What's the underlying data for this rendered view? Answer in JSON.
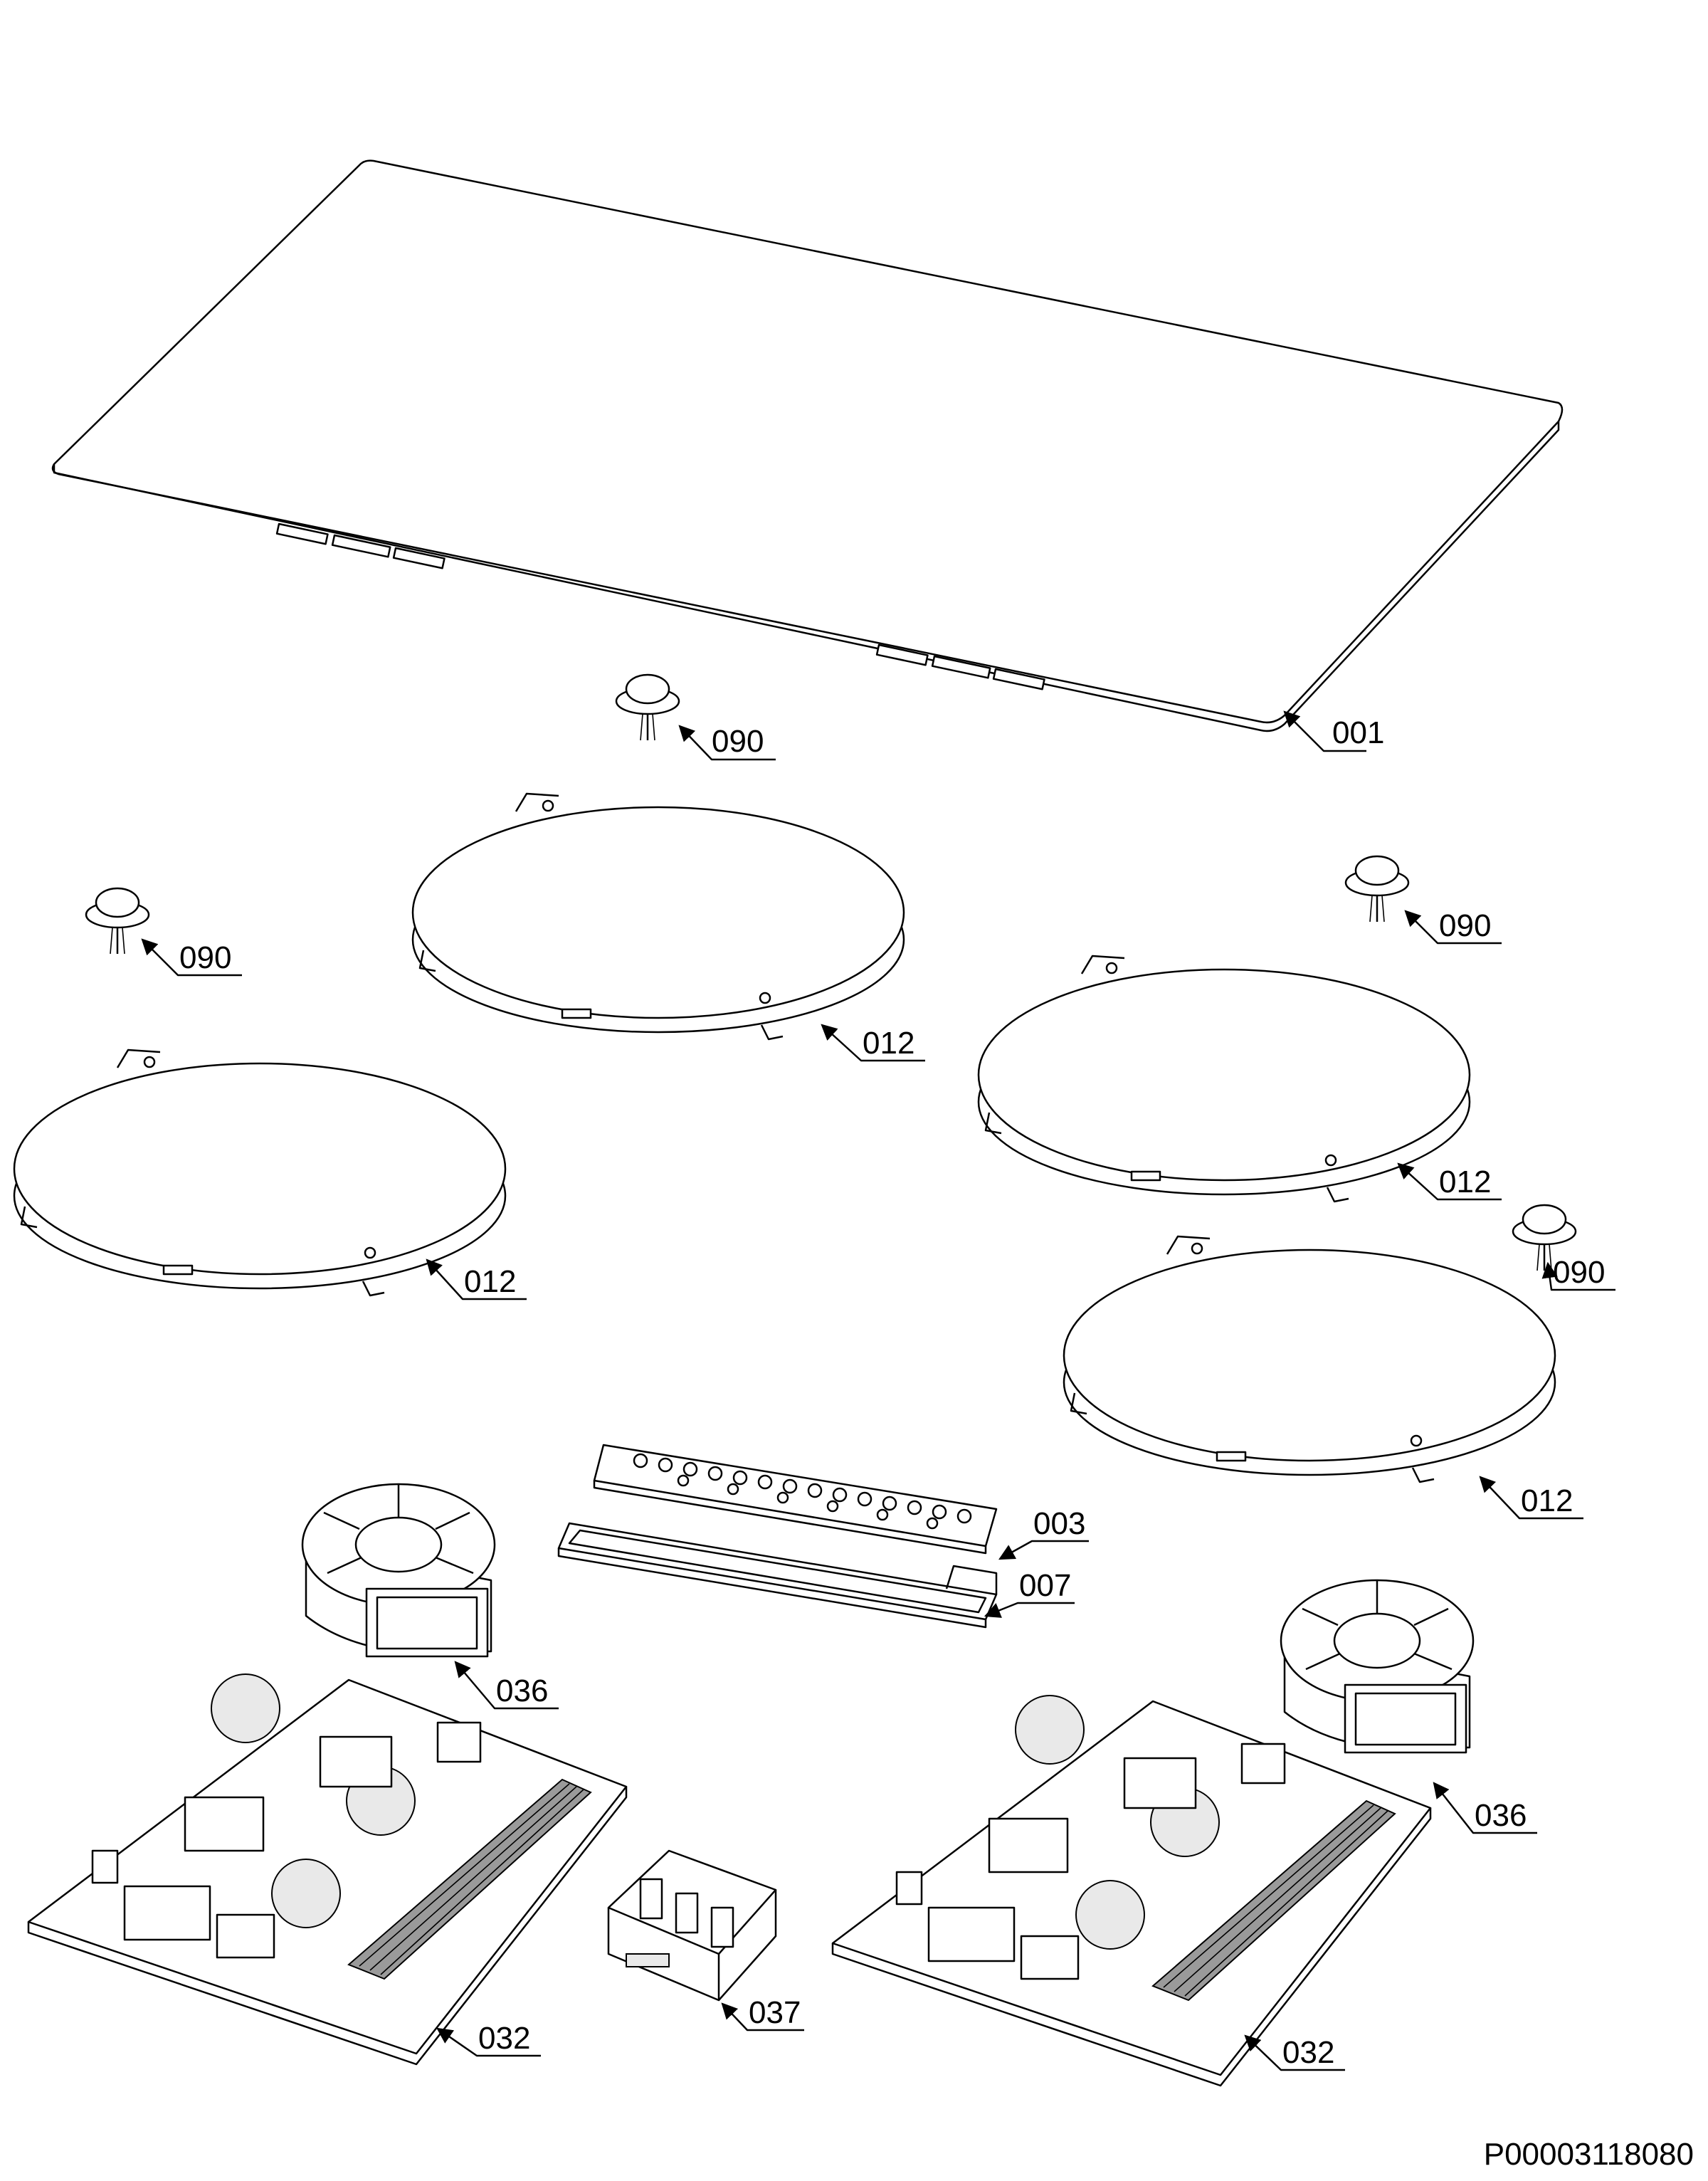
{
  "diagram": {
    "document_id": "P00003118080",
    "parts": {
      "glass_top": "001",
      "control_board": "003",
      "control_frame": "007",
      "coil_front_left": "012",
      "coil_rear_left": "012",
      "coil_rear_right": "012",
      "coil_front_right": "012",
      "power_board_left": "032",
      "power_board_right": "032",
      "fan_left": "036",
      "fan_right": "036",
      "filter_module": "037",
      "sensor_center": "090",
      "sensor_left": "090",
      "sensor_right_upper": "090",
      "sensor_right_lower": "090"
    }
  }
}
